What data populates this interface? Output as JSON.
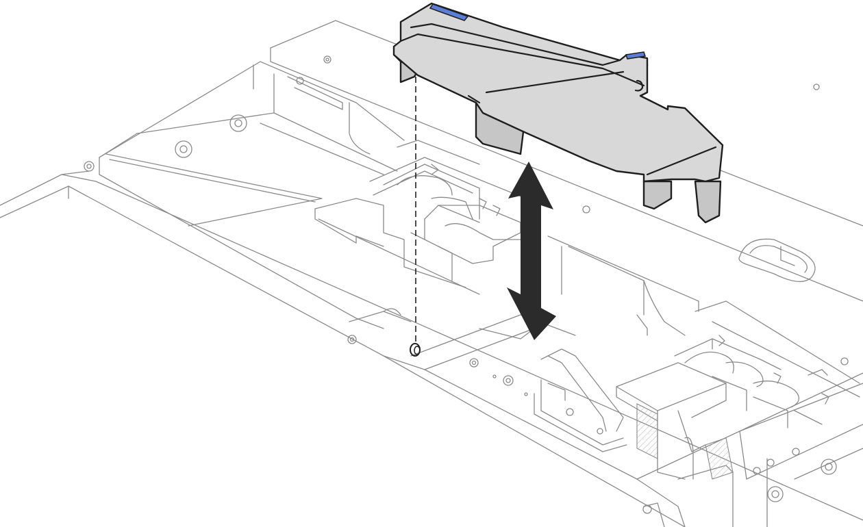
{
  "figure": {
    "colors": {
      "outline": "#8a8a8a",
      "duct_fill": "#d8d8d8",
      "duct_stroke": "#1e1e1e",
      "tab_accent": "#5b7fd6",
      "arrow": "#2b2b2b"
    },
    "icons": [
      "air-duct",
      "double-arrow-vertical",
      "guide-pin",
      "chassis-tray"
    ]
  }
}
